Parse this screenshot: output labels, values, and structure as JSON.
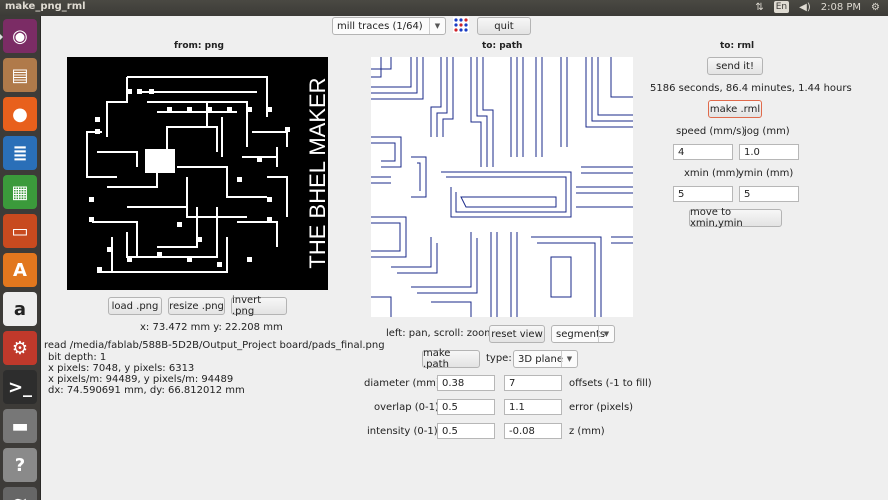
{
  "window": {
    "title": "make_png_rml"
  },
  "tray": {
    "lang": "En",
    "time": "2:08 PM"
  },
  "launcher": {
    "items": [
      {
        "name": "dash-home-icon",
        "glyph": "◉",
        "color": "#7b2c65"
      },
      {
        "name": "files-icon",
        "glyph": "▤",
        "color": "#b07a4a"
      },
      {
        "name": "firefox-icon",
        "glyph": "●",
        "color": "#e8601c"
      },
      {
        "name": "writer-icon",
        "glyph": "≣",
        "color": "#2a6fb8"
      },
      {
        "name": "calc-icon",
        "glyph": "▦",
        "color": "#3b9a3b"
      },
      {
        "name": "impress-icon",
        "glyph": "▭",
        "color": "#c84a1f"
      },
      {
        "name": "software-center-icon",
        "glyph": "A",
        "color": "#e2771e"
      },
      {
        "name": "amazon-icon",
        "glyph": "a",
        "color": "#eeeeee"
      },
      {
        "name": "system-settings-icon",
        "glyph": "⚙",
        "color": "#c0392b"
      },
      {
        "name": "terminal-icon",
        "glyph": ">_",
        "color": "#2d2d2d"
      },
      {
        "name": "drive-icon",
        "glyph": "▬",
        "color": "#777777"
      },
      {
        "name": "help-icon",
        "glyph": "?",
        "color": "#8a8a8a"
      },
      {
        "name": "trash-icon",
        "glyph": "≋",
        "color": "#666666"
      }
    ]
  },
  "toolbar": {
    "mode": "mill traces (1/64)",
    "quit": "quit"
  },
  "panel_png": {
    "header": "from: png",
    "load": "load .png",
    "resize": "resize .png",
    "invert": "invert .png",
    "coords": "x: 73.472 mm  y: 22.208 mm",
    "info": [
      "read /media/fablab/588B-5D2B/Output_Project board/pads_final.png",
      "bit depth: 1",
      "x pixels: 7048, y pixels: 6313",
      "x pixels/m: 94489, y pixels/m: 94489",
      "dx: 74.590691 mm, dy: 66.812012 mm"
    ],
    "board_text": "THE BHEL MAKER"
  },
  "panel_path": {
    "header": "to: path",
    "hint": "left: pan, scroll: zoom",
    "reset": "reset view",
    "view_mode": "segments",
    "make_path": "make .path",
    "type_label": "type:",
    "type_value": "3D plane",
    "params": [
      {
        "label": "diameter (mm)",
        "v1": "0.38",
        "v2": "7",
        "note": "offsets (-1 to fill)"
      },
      {
        "label": "overlap (0-1)",
        "v1": "0.5",
        "v2": "1.1",
        "note": "error (pixels)"
      },
      {
        "label": "intensity (0-1)",
        "v1": "0.5",
        "v2": "-0.08",
        "note": "z (mm)"
      }
    ]
  },
  "panel_rml": {
    "header": "to: rml",
    "send": "send it!",
    "estimate": "5186 seconds, 86.4 minutes, 1.44 hours",
    "make_rml": "make .rml",
    "speed_label": "speed (mm/s)",
    "jog_label": "jog (mm)",
    "speed": "4",
    "jog": "1.0",
    "xmin_label": "xmin (mm)",
    "ymin_label": "ymin (mm)",
    "xmin": "5",
    "ymin": "5",
    "move": "move to xmin,ymin"
  }
}
